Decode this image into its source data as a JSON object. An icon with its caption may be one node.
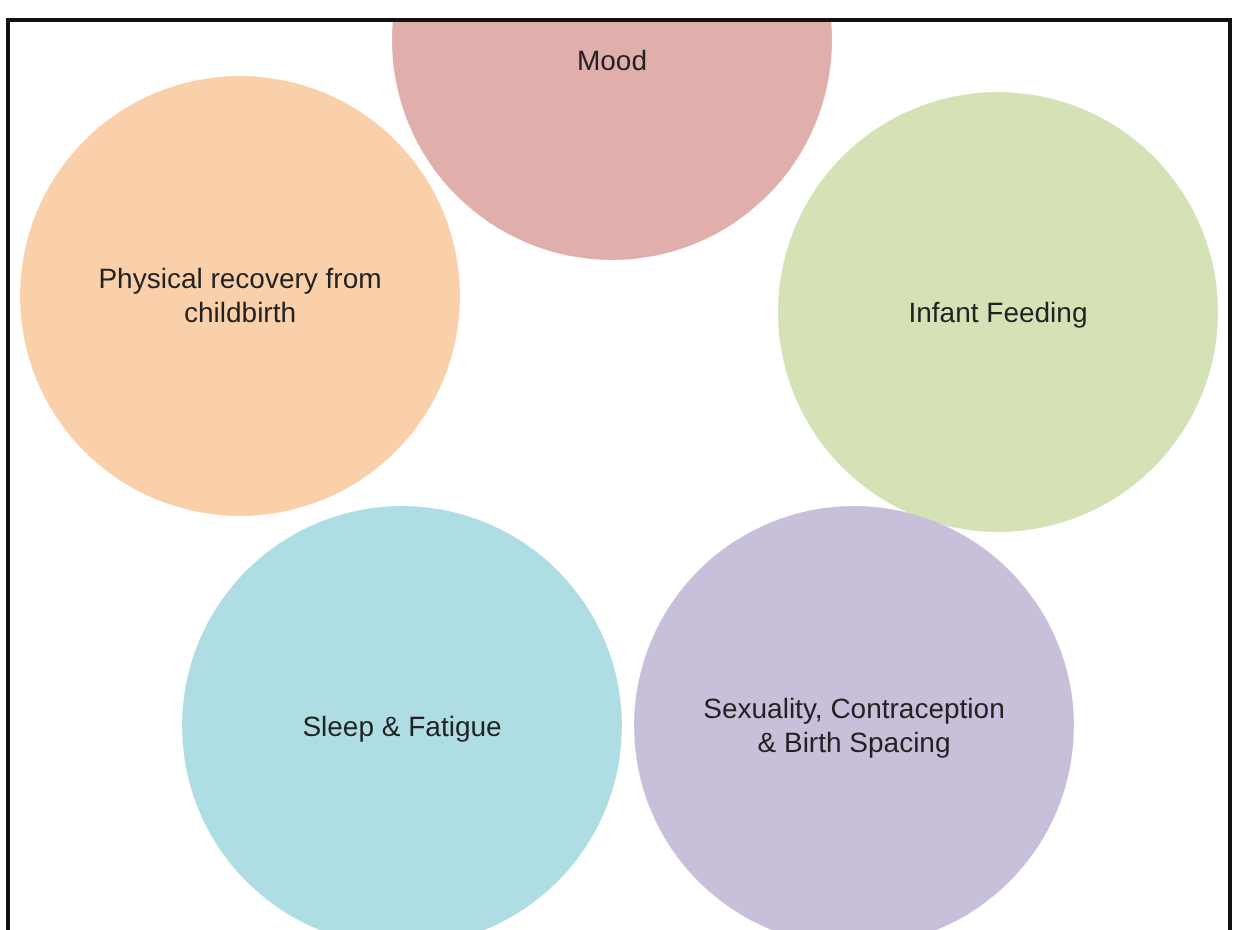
{
  "diagram": {
    "nodes": [
      {
        "text": [
          "Mood"
        ]
      },
      {
        "text": [
          "Physical recovery from childbirth"
        ]
      },
      {
        "text": [
          "Infant Feeding"
        ]
      },
      {
        "text": [
          "Sleep & Fatigue"
        ]
      },
      {
        "text": [
          "Sexuality, Contraception & Birth Spacing"
        ]
      }
    ]
  }
}
